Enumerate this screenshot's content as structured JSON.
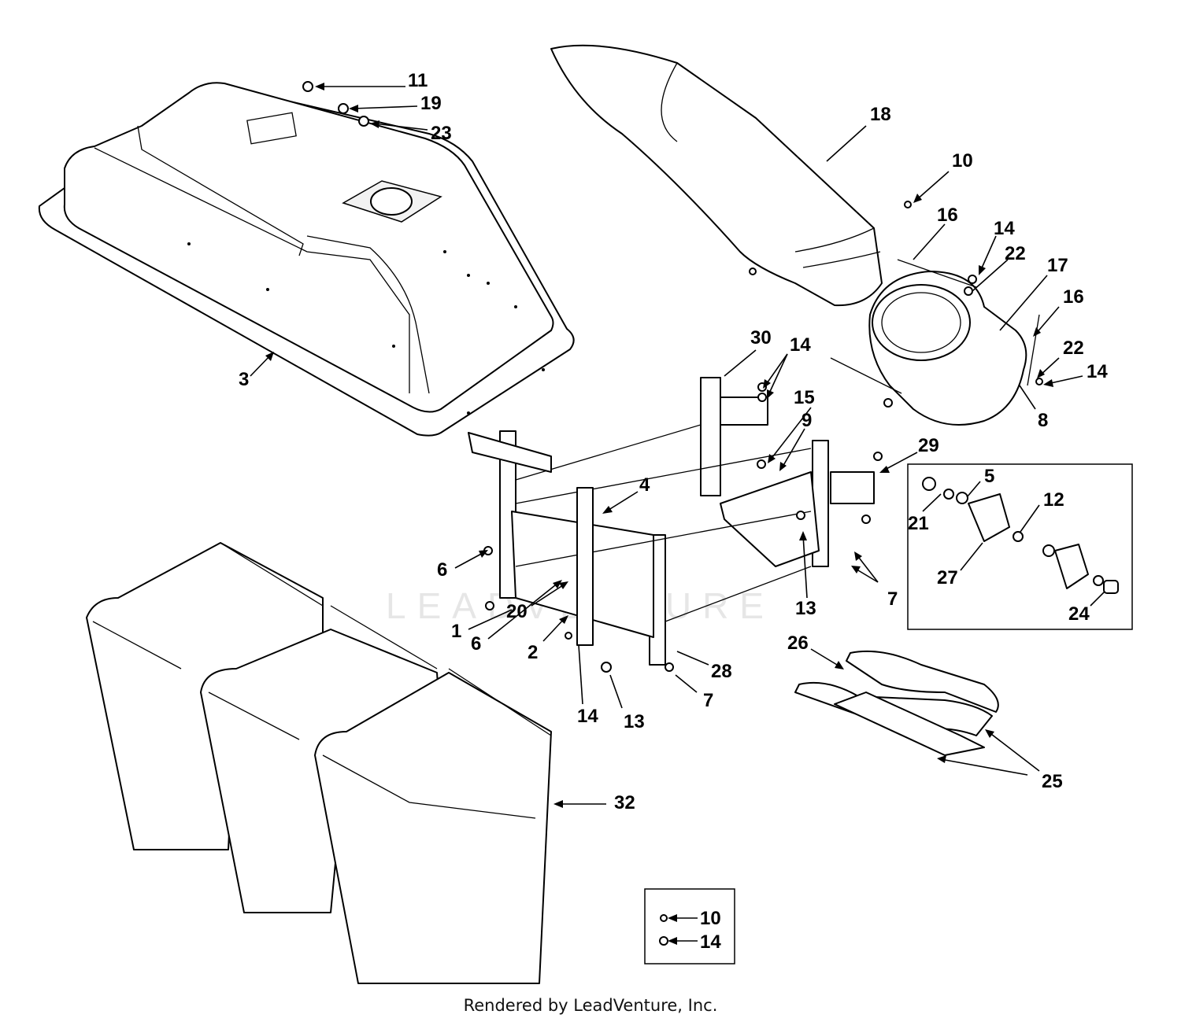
{
  "diagram": {
    "callouts": [
      {
        "id": "c11",
        "label": "11"
      },
      {
        "id": "c19",
        "label": "19"
      },
      {
        "id": "c23",
        "label": "23"
      },
      {
        "id": "c3",
        "label": "3"
      },
      {
        "id": "c18",
        "label": "18"
      },
      {
        "id": "c10a",
        "label": "10"
      },
      {
        "id": "c16a",
        "label": "16"
      },
      {
        "id": "c14a",
        "label": "14"
      },
      {
        "id": "c22a",
        "label": "22"
      },
      {
        "id": "c17",
        "label": "17"
      },
      {
        "id": "c16b",
        "label": "16"
      },
      {
        "id": "c22b",
        "label": "22"
      },
      {
        "id": "c14b",
        "label": "14"
      },
      {
        "id": "c8",
        "label": "8"
      },
      {
        "id": "c30",
        "label": "30"
      },
      {
        "id": "c14c",
        "label": "14"
      },
      {
        "id": "c15",
        "label": "15"
      },
      {
        "id": "c9",
        "label": "9"
      },
      {
        "id": "c29",
        "label": "29"
      },
      {
        "id": "c4",
        "label": "4"
      },
      {
        "id": "c6a",
        "label": "6"
      },
      {
        "id": "c1",
        "label": "1"
      },
      {
        "id": "c6b",
        "label": "6"
      },
      {
        "id": "c20",
        "label": "20"
      },
      {
        "id": "c2",
        "label": "2"
      },
      {
        "id": "c13a",
        "label": "13"
      },
      {
        "id": "c7a",
        "label": "7"
      },
      {
        "id": "c14d",
        "label": "14"
      },
      {
        "id": "c13b",
        "label": "13"
      },
      {
        "id": "c28",
        "label": "28"
      },
      {
        "id": "c7b",
        "label": "7"
      },
      {
        "id": "c5",
        "label": "5"
      },
      {
        "id": "c12",
        "label": "12"
      },
      {
        "id": "c21",
        "label": "21"
      },
      {
        "id": "c27",
        "label": "27"
      },
      {
        "id": "c24",
        "label": "24"
      },
      {
        "id": "c26",
        "label": "26"
      },
      {
        "id": "c25",
        "label": "25"
      },
      {
        "id": "c32",
        "label": "32"
      },
      {
        "id": "c10b",
        "label": "10"
      },
      {
        "id": "c14e",
        "label": "14"
      }
    ],
    "watermark": "LEADVENTURE",
    "footer": "Rendered by LeadVenture, Inc."
  }
}
